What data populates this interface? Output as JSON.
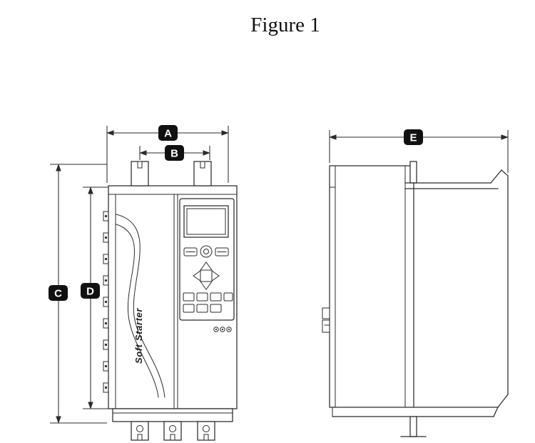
{
  "figure": {
    "title": "Figure 1"
  },
  "device": {
    "brand_text": "Soft Starter"
  },
  "dimensions": {
    "a": {
      "label": "A"
    },
    "b": {
      "label": "B"
    },
    "c": {
      "label": "C"
    },
    "d": {
      "label": "D"
    },
    "e": {
      "label": "E"
    }
  },
  "colors": {
    "line": "#2b2b2b",
    "badge_bg": "#111111",
    "badge_text": "#ffffff",
    "background": "#ffffff"
  }
}
